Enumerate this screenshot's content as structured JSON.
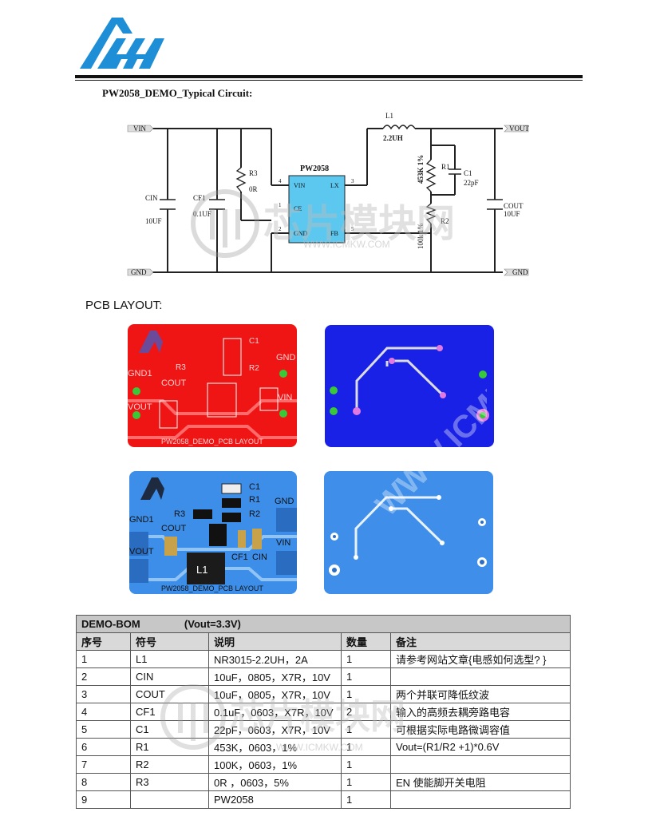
{
  "circuit": {
    "title": "PW2058_DEMO_Typical Circuit:",
    "labels": {
      "vin": "VIN",
      "vout": "VOUT",
      "gnd_left": "GND",
      "gnd_right": "GND",
      "l1": "L1",
      "l1_val": "2.2UH",
      "ic": "PW2058",
      "pin_vin": "VIN",
      "pin_lx": "LX",
      "pin_ce": "CE",
      "pin_gnd": "GND",
      "pin_fb": "FB",
      "pin4": "4",
      "pin3": "3",
      "pin1": "1",
      "pin2": "2",
      "pin5": "5",
      "r3": "R3",
      "r3_val": "0R",
      "cin": "CIN",
      "cin_val": "10UF",
      "cf1": "CF1",
      "cf1_val": "0.1UF",
      "r1": "R1",
      "r1_val": "453K 1%",
      "c1": "C1",
      "c1_val": "22pF",
      "r2": "R2",
      "r2_val": "100k 1%",
      "cout": "COUT",
      "cout_val": "10UF"
    }
  },
  "pcb": {
    "title": "PCB LAYOUT:",
    "top_labels": {
      "gnd": "GND",
      "gnd1": "GND1",
      "cout": "COUT",
      "vout": "VOUT",
      "vin": "VIN",
      "r3": "R3",
      "c1": "C1",
      "r1": "R1",
      "r2": "R2",
      "cf1": "CF1",
      "cin": "CIN",
      "l1": "L1",
      "footer": "PW2058_DEMO_PCB LAYOUT"
    }
  },
  "watermark": {
    "cn": "芯片模块网",
    "url": "WWW.ICMKW.COM",
    "diag": "WWW.ICMKWCHIP.COM"
  },
  "bom": {
    "title": "DEMO-BOM",
    "subtitle": "(Vout=3.3V)",
    "columns": [
      "序号",
      "符号",
      "说明",
      "数量",
      "备注"
    ],
    "rows": [
      [
        "1",
        "L1",
        "NR3015-2.2UH，2A",
        "1",
        "请参考网站文章{电感如何选型? }"
      ],
      [
        "2",
        "CIN",
        "10uF，0805，X7R，10V",
        "1",
        ""
      ],
      [
        "3",
        "COUT",
        "10uF，0805，X7R，10V",
        "1",
        "两个并联可降低纹波"
      ],
      [
        "4",
        "CF1",
        "0.1uF，0603，X7R，10V",
        "2",
        "输入的高频去耦旁路电容"
      ],
      [
        "5",
        "C1",
        "22pF，0603，X7R，10V",
        "1",
        "可根据实际电路微调容值"
      ],
      [
        "6",
        "R1",
        "453K，0603，1%",
        "1",
        "Vout=(R1/R2 +1)*0.6V"
      ],
      [
        "7",
        "R2",
        "100K，0603，1%",
        "1",
        ""
      ],
      [
        "8",
        "R3",
        "0R ，0603，5%",
        "1",
        "EN 使能脚开关电阻"
      ],
      [
        "9",
        "",
        "PW2058",
        "1",
        ""
      ]
    ]
  },
  "colors": {
    "top_copper": "#f01515",
    "bottom_copper": "#1a21e6",
    "top_3d": "#3d8ee8",
    "bottom_3d": "#3f8fea",
    "ic_fill": "#5cc8f0",
    "logo_blue": "#1e8fd6"
  }
}
